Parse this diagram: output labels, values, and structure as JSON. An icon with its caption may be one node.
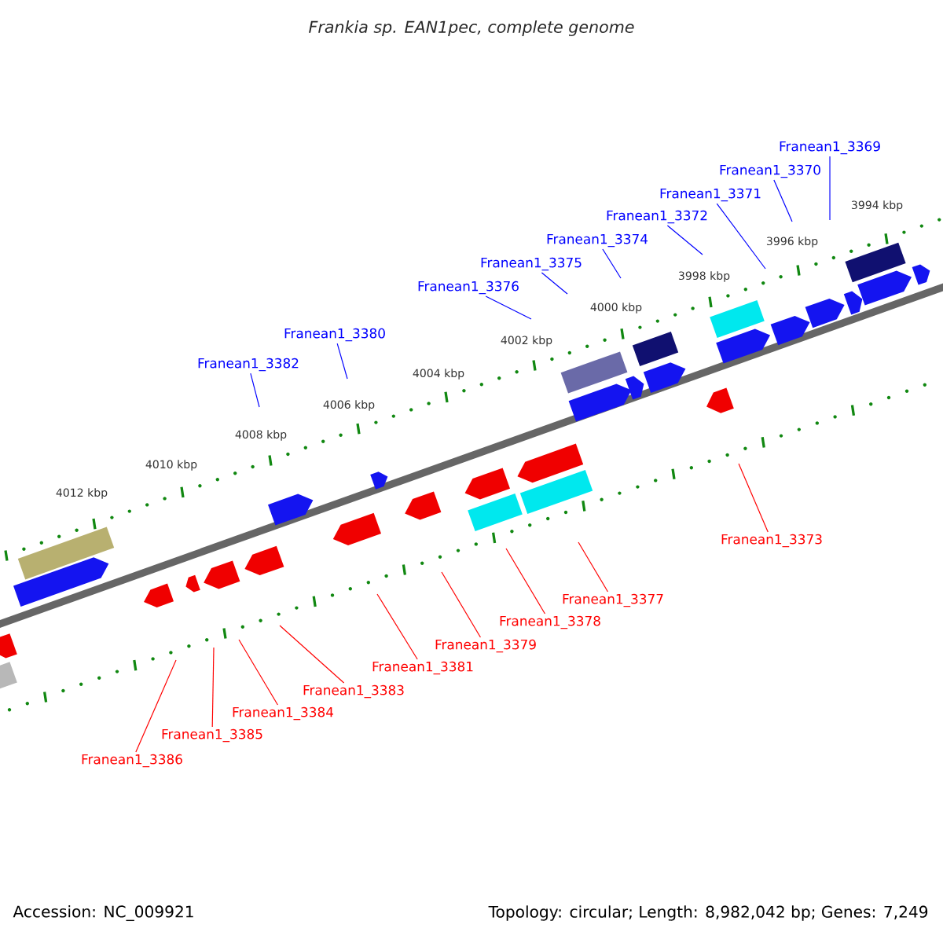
{
  "diagram": {
    "title": "Frankia sp. EAN1pec, complete genome",
    "nodes": [
      {
        "text": [
          "Franean1_3369"
        ]
      },
      {
        "text": [
          "Franean1_3370"
        ]
      },
      {
        "text": [
          "Franean1_3371"
        ]
      },
      {
        "text": [
          "Franean1_3372"
        ]
      },
      {
        "text": [
          "Franean1_3374"
        ]
      },
      {
        "text": [
          "Franean1_3375"
        ]
      },
      {
        "text": [
          "Franean1_3376"
        ]
      },
      {
        "text": [
          "Franean1_3380"
        ]
      },
      {
        "text": [
          "Franean1_3382"
        ]
      },
      {
        "text": [
          "Franean1_3373"
        ]
      },
      {
        "text": [
          "Franean1_3377"
        ]
      },
      {
        "text": [
          "Franean1_3378"
        ]
      },
      {
        "text": [
          "Franean1_3379"
        ]
      },
      {
        "text": [
          "Franean1_3381"
        ]
      },
      {
        "text": [
          "Franean1_3383"
        ]
      },
      {
        "text": [
          "Franean1_3384"
        ]
      },
      {
        "text": [
          "Franean1_3385"
        ]
      },
      {
        "text": [
          "Franean1_3386"
        ]
      }
    ],
    "edges": [
      {
        "from": 0,
        "to": null,
        "arrow": "none",
        "color": "#0000ff"
      },
      {
        "from": 1,
        "to": null,
        "arrow": "none",
        "color": "#0000ff"
      },
      {
        "from": 2,
        "to": null,
        "arrow": "none",
        "color": "#0000ff"
      },
      {
        "from": 3,
        "to": null,
        "arrow": "none",
        "color": "#0000ff"
      },
      {
        "from": 4,
        "to": null,
        "arrow": "none",
        "color": "#0000ff"
      },
      {
        "from": 5,
        "to": null,
        "arrow": "none",
        "color": "#0000ff"
      },
      {
        "from": 6,
        "to": null,
        "arrow": "none",
        "color": "#0000ff"
      },
      {
        "from": 7,
        "to": null,
        "arrow": "none",
        "color": "#0000ff"
      },
      {
        "from": 8,
        "to": null,
        "arrow": "none",
        "color": "#0000ff"
      },
      {
        "from": 9,
        "to": null,
        "arrow": "none",
        "color": "#ff0000"
      },
      {
        "from": 10,
        "to": null,
        "arrow": "none",
        "color": "#ff0000"
      },
      {
        "from": 11,
        "to": null,
        "arrow": "none",
        "color": "#ff0000"
      },
      {
        "from": 12,
        "to": null,
        "arrow": "none",
        "color": "#ff0000"
      },
      {
        "from": 13,
        "to": null,
        "arrow": "none",
        "color": "#ff0000"
      },
      {
        "from": 14,
        "to": null,
        "arrow": "none",
        "color": "#ff0000"
      },
      {
        "from": 15,
        "to": null,
        "arrow": "none",
        "color": "#ff0000"
      },
      {
        "from": 16,
        "to": null,
        "arrow": "none",
        "color": "#ff0000"
      },
      {
        "from": 17,
        "to": null,
        "arrow": "none",
        "color": "#ff0000"
      }
    ],
    "labels": [
      "3994 kbp",
      "3996 kbp",
      "3998 kbp",
      "4000 kbp",
      "4002 kbp",
      "4004 kbp",
      "4006 kbp",
      "4008 kbp",
      "4010 kbp",
      "4012 kbp",
      "Accession: NC_009921",
      "Topology: circular; Length: 8,982,042 bp; Genes: 7,249"
    ]
  }
}
